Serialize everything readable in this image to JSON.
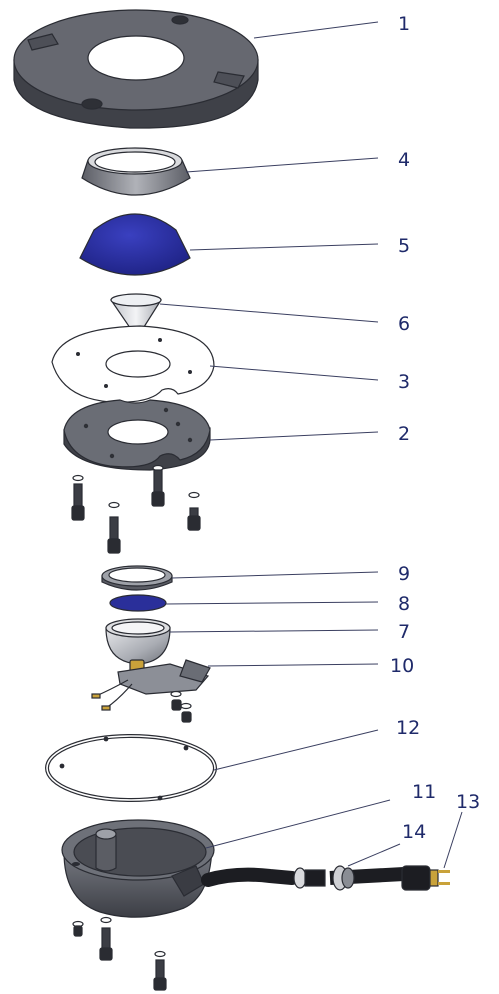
{
  "callouts": [
    {
      "id": "1",
      "label": "1"
    },
    {
      "id": "4",
      "label": "4"
    },
    {
      "id": "5",
      "label": "5"
    },
    {
      "id": "6",
      "label": "6"
    },
    {
      "id": "3",
      "label": "3"
    },
    {
      "id": "2",
      "label": "2"
    },
    {
      "id": "9",
      "label": "9"
    },
    {
      "id": "8",
      "label": "8"
    },
    {
      "id": "7",
      "label": "7"
    },
    {
      "id": "10",
      "label": "10"
    },
    {
      "id": "12",
      "label": "12"
    },
    {
      "id": "11",
      "label": "11"
    },
    {
      "id": "14",
      "label": "14"
    },
    {
      "id": "13",
      "label": "13"
    }
  ],
  "colors": {
    "part_dark": "#4b4d55",
    "part_mid": "#6a6d75",
    "lens_blue": "#2a2f9a",
    "label": "#1f2a6a",
    "brass": "#c9a23a"
  }
}
